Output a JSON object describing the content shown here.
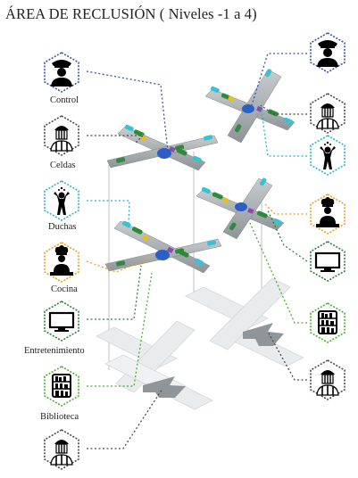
{
  "title": "ÁREA DE RECLUSIÓN ( Niveles -1 a 4)",
  "legend": [
    {
      "label": "Control",
      "icon": "guard-icon",
      "color": "#3a55a5"
    },
    {
      "label": "Celdas",
      "icon": "inmate-icon",
      "color": "#4a4a4a"
    },
    {
      "label": "Duchas",
      "icon": "shower-icon",
      "color": "#2bb3c8"
    },
    {
      "label": "Cocina",
      "icon": "chef-icon",
      "color": "#e8a020"
    },
    {
      "label": "Entretenimiento",
      "icon": "tv-icon",
      "color": "#2e7d3a"
    },
    {
      "label": "Biblioteca",
      "icon": "bookshelf-icon",
      "color": "#4caf2e"
    },
    {
      "label": "",
      "icon": "inmate-icon",
      "color": "#4a4a4a"
    }
  ],
  "colors": {
    "wing": "#9a9fa3",
    "wing_light": "#c8ccce",
    "hub": "#2a5fc8",
    "ghost": "#e7e9ea"
  }
}
